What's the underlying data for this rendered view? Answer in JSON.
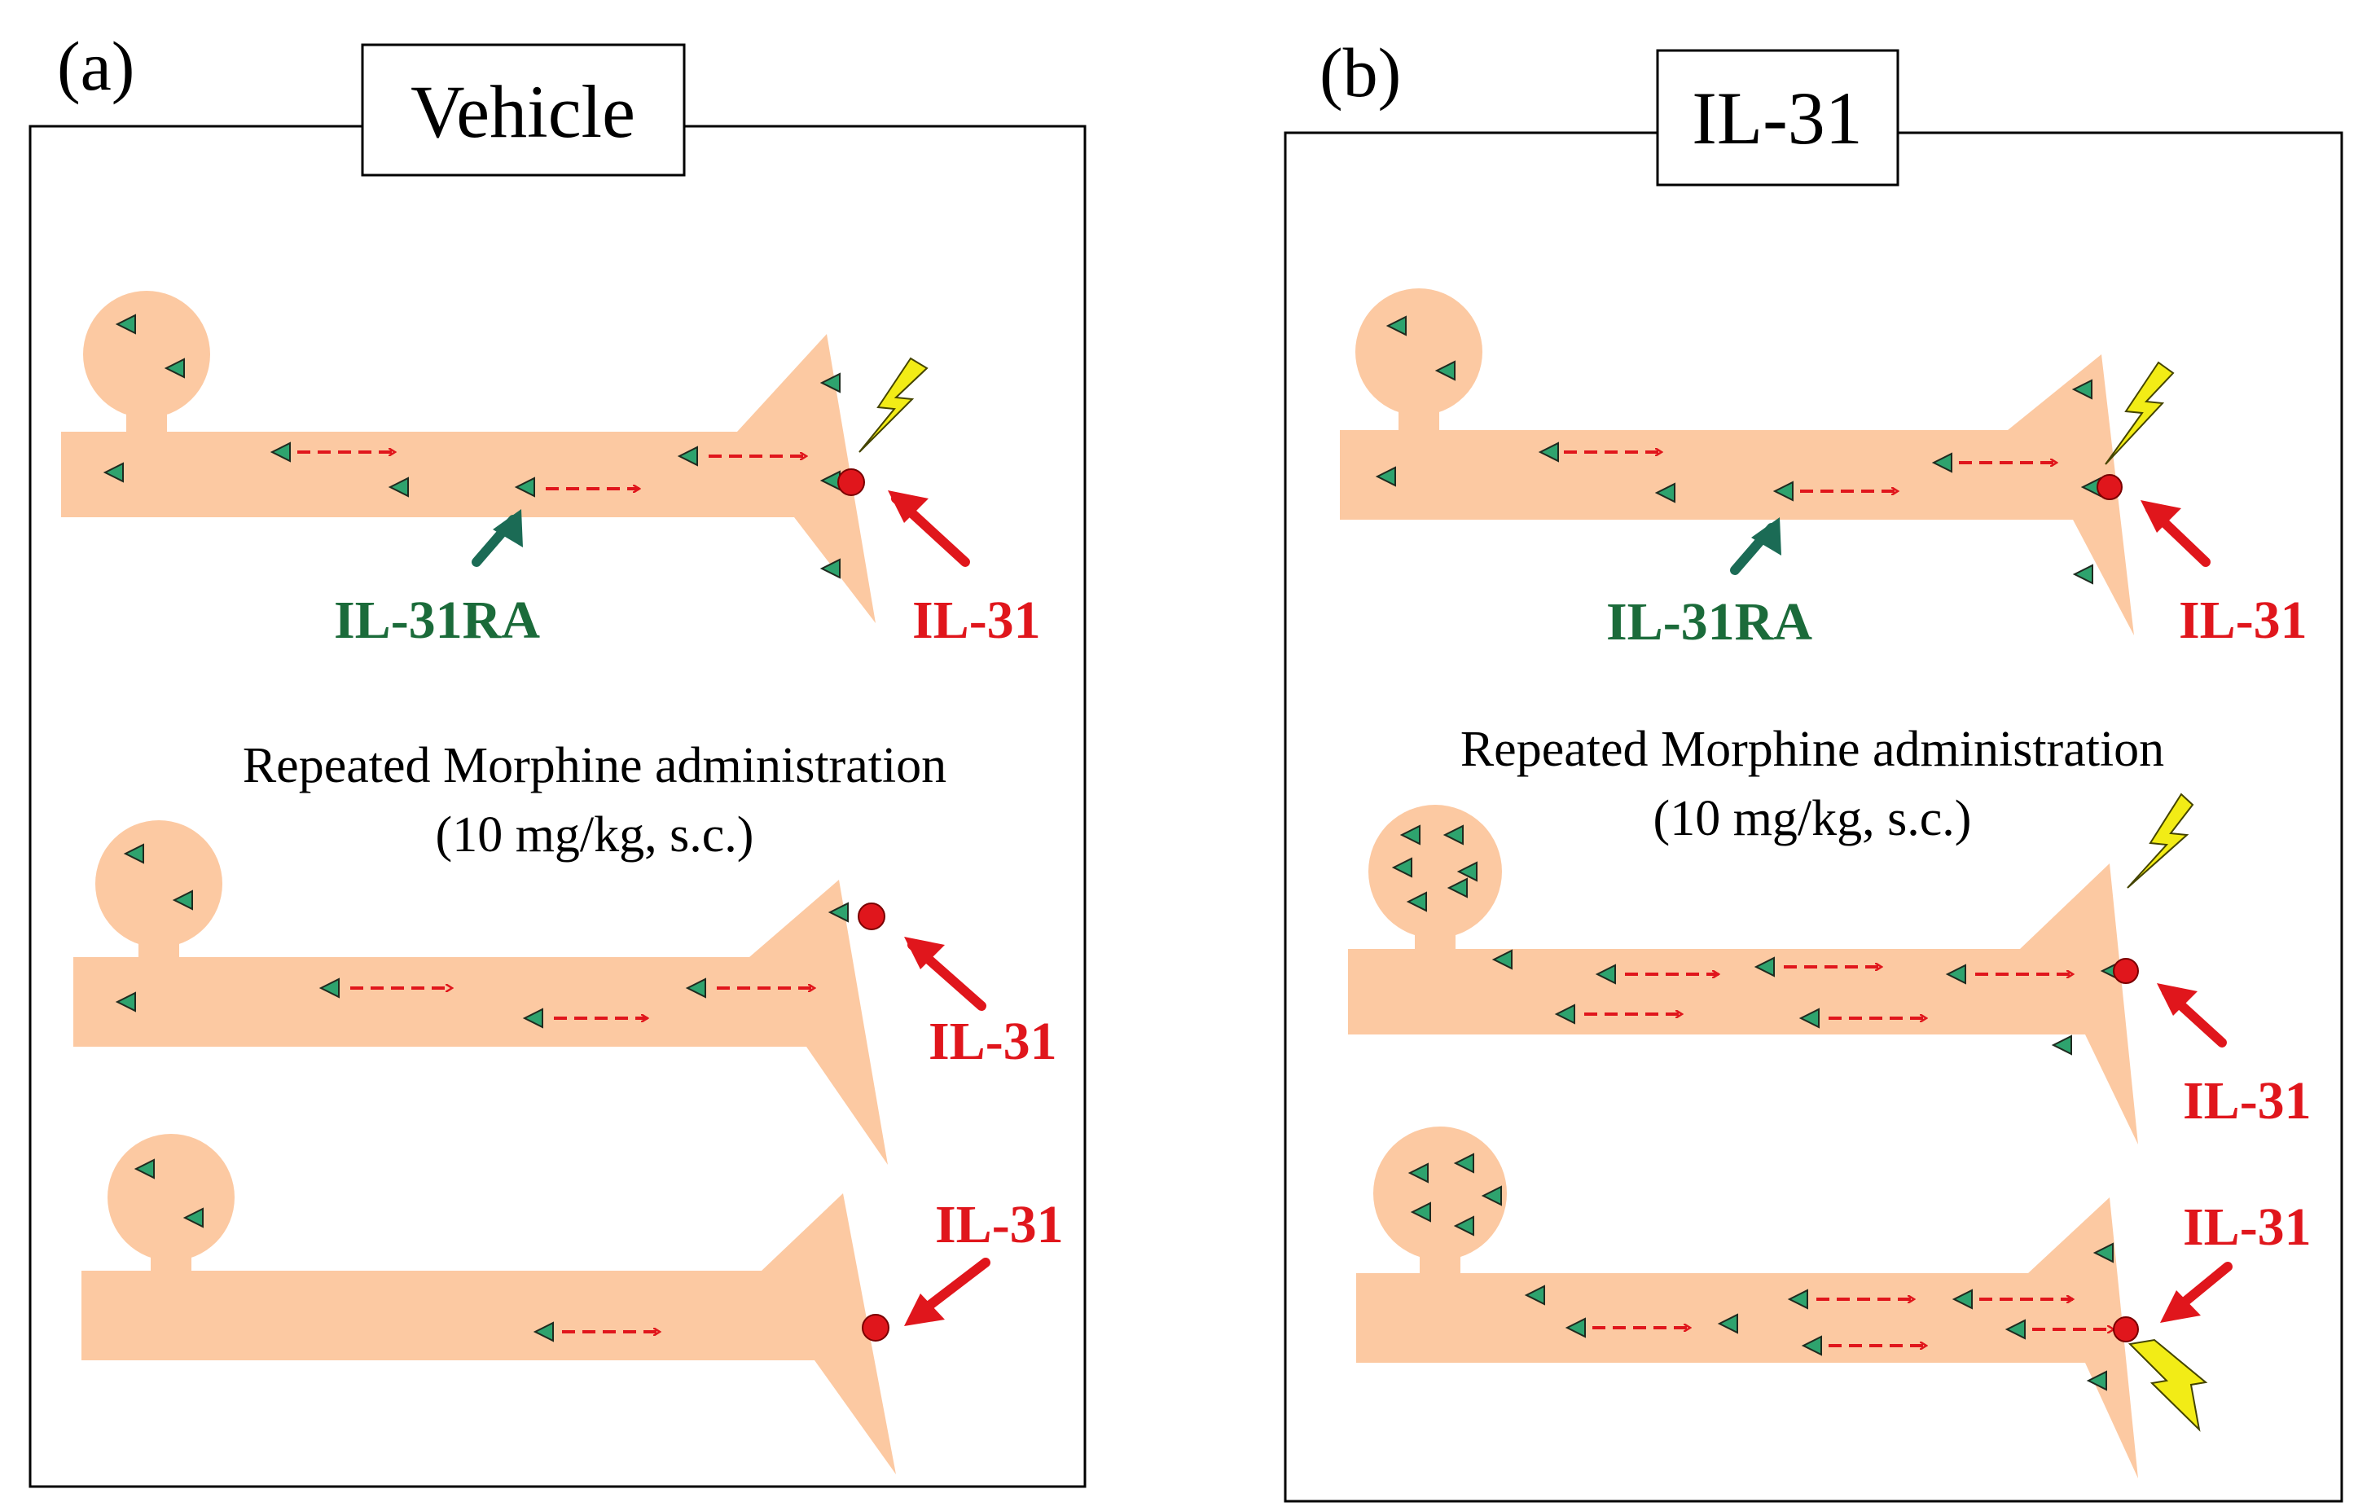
{
  "colors": {
    "neuron": "#FCC9A2",
    "receptor_fill": "#2EA36E",
    "receptor_label": "#1B6B3A",
    "il31": "#E0161C",
    "bolt": "#F2EC16"
  },
  "panels": [
    {
      "letter": "(a)",
      "title": "Vehicle",
      "caption_line1": "Repeated Morphine administration",
      "caption_line2": "(10 mg/kg, s.c.)",
      "top_receptor_label": "IL-31RA",
      "il31_labels": [
        "IL-31",
        "IL-31",
        "IL-31"
      ]
    },
    {
      "letter": "(b)",
      "title": "IL-31",
      "caption_line1": "Repeated Morphine administration",
      "caption_line2": "(10 mg/kg, s.c.)",
      "top_receptor_label": "IL-31RA",
      "il31_labels": [
        "IL-31",
        "IL-31",
        "IL-31"
      ]
    }
  ]
}
